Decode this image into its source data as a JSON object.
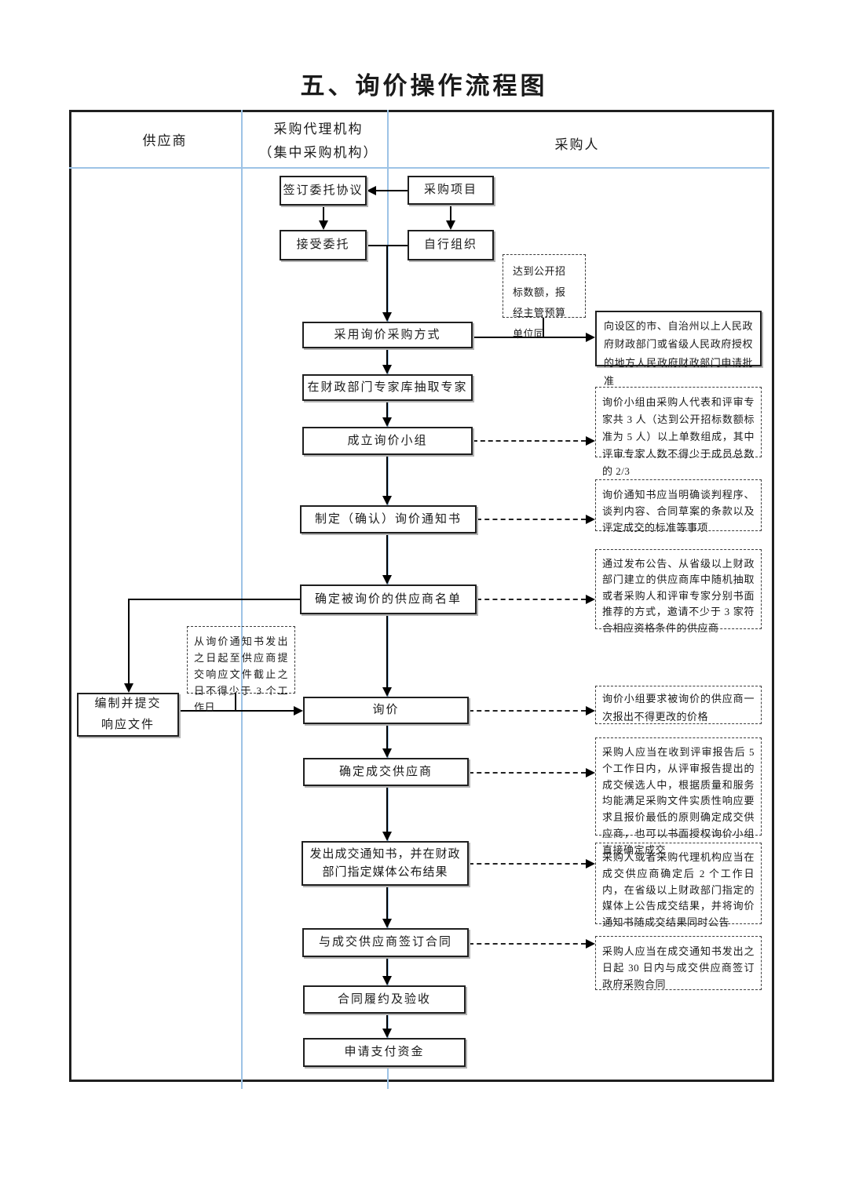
{
  "title": "五、询价操作流程图",
  "lanes": {
    "supplier": "供应商",
    "agency_line1": "采购代理机构",
    "agency_line2": "（集中采购机构）",
    "purchaser": "采购人"
  },
  "nodes": {
    "sign_agreement": "签订委托协议",
    "project": "采购项目",
    "accept": "接受委托",
    "self_organize": "自行组织",
    "adopt_method": "采用询价采购方式",
    "extract_experts": "在财政部门专家库抽取专家",
    "form_group": "成立询价小组",
    "make_notice": "制定（确认）询价通知书",
    "supplier_list": "确定被询价的供应商名单",
    "inquiry": "询价",
    "winner": "确定成交供应商",
    "issue_notice": "发出成交通知书，并在财政部门指定媒体公布结果",
    "sign_contract": "与成交供应商签订合同",
    "performance": "合同履约及验收",
    "payment": "申请支付资金",
    "prepare_line1": "编制并提交",
    "prepare_line2": "响应文件",
    "approval": "向设区的市、自治州以上人民政府财政部门或省级人民政府授权的地方人民政府财政部门申请批准"
  },
  "notes": {
    "public_bid": "达到公开招标数额，报经主管预算单位同",
    "duration": "从询价通知书发出之日起至供应商提交响应文件截止之日不得少于 3 个工作日",
    "group": "询价小组由采购人代表和评审专家共 3 人（达到公开招标数额标准为 5 人）以上单数组成，其中评审专家人数不得少于成员总数的 2/3",
    "notice": "询价通知书应当明确谈判程序、谈判内容、合同草案的条款以及评定成交的标准等事项",
    "invite": "通过发布公告、从省级以上财政部门建立的供应商库中随机抽取或者采购人和评审专家分别书面推荐的方式，邀请不少于 3 家符合相应资格条件的供应商",
    "quote": "询价小组要求被询价的供应商一次报出不得更改的价格",
    "decide": "采购人应当在收到评审报告后 5 个工作日内，从评审报告提出的成交候选人中，根据质量和服务均能满足采购文件实质性响应要求且报价最低的原则确定成交供应商，也可以书面授权询价小组直接确定成交",
    "announce": "采购人或者采购代理机构应当在成交供应商确定后 2 个工作日内，在省级以上财政部门指定的媒体上公告成交结果，并将询价通知书随成交结果同时公告",
    "contract30": "采购人应当在成交通知书发出之日起 30 日内与成交供应商签订政府采购合同"
  },
  "colors": {
    "lane_divider": "#9dc3e6",
    "line_color": "#000000",
    "box_border": "#1f1f1f"
  }
}
